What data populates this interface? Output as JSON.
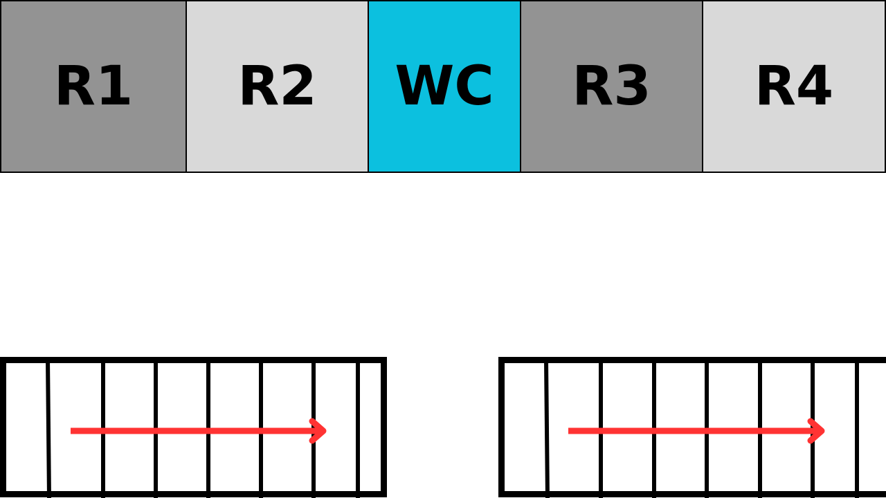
{
  "rooms": [
    {
      "label": "R1",
      "color": "#939393"
    },
    {
      "label": "R2",
      "color": "#d9d9d9"
    },
    {
      "label": "WC",
      "color": "#0cc0df"
    },
    {
      "label": "R3",
      "color": "#939393"
    },
    {
      "label": "R4",
      "color": "#d9d9d9"
    }
  ],
  "stairs": [
    {
      "name": "stair-left",
      "steps": 8,
      "direction": "right",
      "arrow_color": "#ff3333"
    },
    {
      "name": "stair-right",
      "steps": 8,
      "direction": "right",
      "arrow_color": "#ff3333"
    }
  ]
}
